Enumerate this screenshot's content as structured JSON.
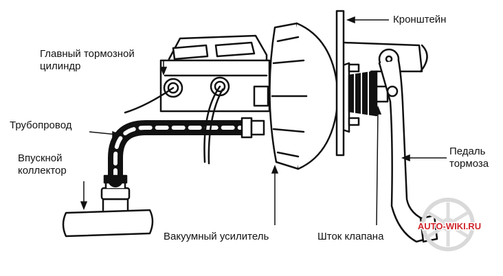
{
  "labels": {
    "bracket": "Кронштейн",
    "master_cylinder_line1": "Главный тормозной",
    "master_cylinder_line2": "цилиндр",
    "pipeline": "Трубопровод",
    "intake_line1": "Впускной",
    "intake_line2": "коллектор",
    "pedal_line1": "Педаль",
    "pedal_line2": "тормоза",
    "booster": "Вакуумный усилитель",
    "valve_rod": "Шток клапана"
  },
  "watermark": {
    "text": "AUTO-WIKI.RU",
    "color": "#d0252b"
  },
  "colors": {
    "ink": "#111111",
    "background": "#ffffff"
  }
}
